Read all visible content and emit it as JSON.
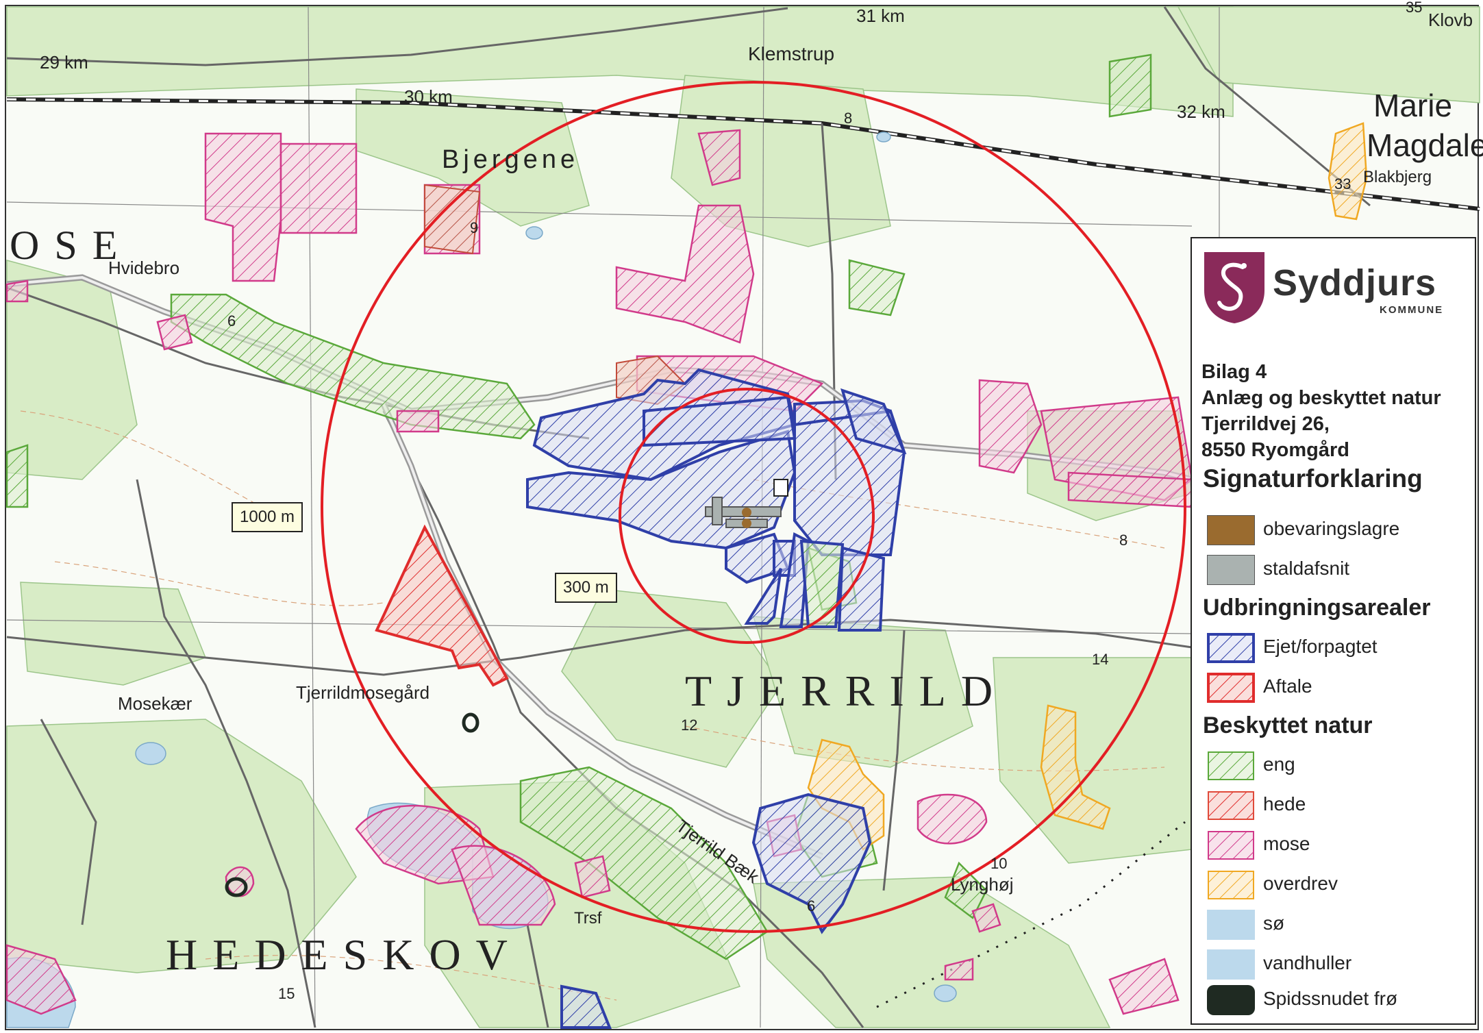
{
  "map": {
    "place_names": {
      "bjergene": "Bjergene",
      "klemstrup": "Klemstrup",
      "marie": "Marie",
      "magdalene": "Magdale",
      "blakbjerg": "Blakbjerg",
      "klovb": "Klovb",
      "ose": "OSE",
      "hvidebro": "Hvidebro",
      "tjerrild": "TJERRILD",
      "tjerrildmosegaard": "Tjerrildmosegård",
      "mosekaer": "Mosekær",
      "hedeskov": "HEDESKOV",
      "tjerrild_baek": "Tjerrild Bæk",
      "lynghoj": "Lynghøj",
      "trsf": "Trsf"
    },
    "km_labels": [
      "29 km",
      "30 km",
      "31 km",
      "32 km"
    ],
    "spot_numbers": [
      "33",
      "35",
      "8",
      "6",
      "9",
      "8",
      "14",
      "12",
      "10",
      "6",
      "15"
    ],
    "radius_labels": {
      "outer": "1000 m",
      "inner": "300 m"
    },
    "colors": {
      "owned_leased": "#2f3fa8",
      "agreement": "#e02c2c",
      "eng": "#5aa83a",
      "hede": "#e04a3a",
      "mose": "#d13a8a",
      "overdrev": "#f0a822",
      "lake": "#bcd9ec",
      "circle": "#e31e24",
      "forest": "#d8ecc6"
    }
  },
  "legend": {
    "brand_name": "Syddjurs",
    "brand_sub": "KOMMUNE",
    "doc_lines": [
      "Bilag 4",
      "Anlæg og beskyttet natur",
      "Tjerrildvej 26,",
      "8550 Ryomgård"
    ],
    "title": "Signaturforklaring",
    "items_top": [
      {
        "label": "obevaringslagre",
        "color": "#9a6b2f"
      },
      {
        "label": "staldafsnit",
        "color": "#aab2b0"
      }
    ],
    "section_udbringning": "Udbringningsarealer",
    "items_udbringning": [
      {
        "label": "Ejet/forpagtet",
        "color": "#2f3fa8"
      },
      {
        "label": "Aftale",
        "color": "#e02c2c"
      }
    ],
    "section_natur": "Beskyttet natur",
    "items_natur": [
      {
        "label": "eng",
        "color": "#5aa83a"
      },
      {
        "label": "hede",
        "color": "#e04a3a"
      },
      {
        "label": "mose",
        "color": "#d13a8a"
      },
      {
        "label": "overdrev",
        "color": "#f0a822"
      },
      {
        "label": "sø",
        "color": "#bcd9ec"
      },
      {
        "label": "vandhuller",
        "color": "#bcd9ec"
      },
      {
        "label": "Spidssnudet frø",
        "color": "#1f2a22"
      }
    ]
  }
}
